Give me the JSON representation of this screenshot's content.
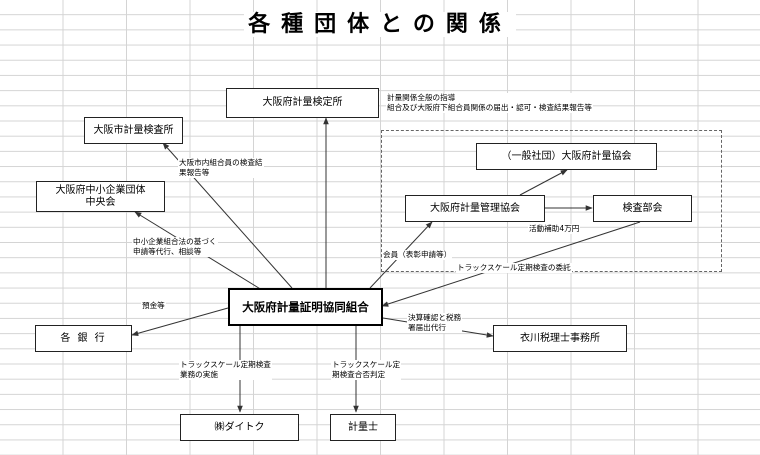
{
  "title": "各種団体との関係",
  "nodes": {
    "center": "大阪府計量証明協同組合",
    "kenteisho": "大阪府計量検定所",
    "city_kensasho": "大阪市計量検査所",
    "chuokai": [
      "大阪府中小企業団体",
      "中央会"
    ],
    "kyokai": "（一般社団）大阪府計量協会",
    "kanri_kyokai": "大阪府計量管理協会",
    "kensa_bukai": "検査部会",
    "ginko": "各 銀 行",
    "zeirishi": "衣川税理士事務所",
    "daitoku": "㈱ダイトク",
    "keiryoshi": "計量士"
  },
  "labels": {
    "kenteisho_note": [
      "計量関係全般の指導",
      "組合及び大阪府下組合員関係の届出・認可・検査結果報告等"
    ],
    "city_note": [
      "大阪市内組合員の検査結",
      "果報告等"
    ],
    "chuokai_note": [
      "中小企業組合法の基づく",
      "申請等代行、相談等"
    ],
    "kaiin": "会員（表彰申請等）",
    "hojo": "活動補助4万円",
    "itaku": "トラックスケール定期検査の委託",
    "yokin": "預金等",
    "zeimu": [
      "決算確認と税務",
      "署届出代行"
    ],
    "daitoku_note": [
      "トラックスケール定期検査",
      "業務の実施"
    ],
    "keiryoshi_note": [
      "トラックスケール定",
      "期検査合否判定"
    ]
  }
}
